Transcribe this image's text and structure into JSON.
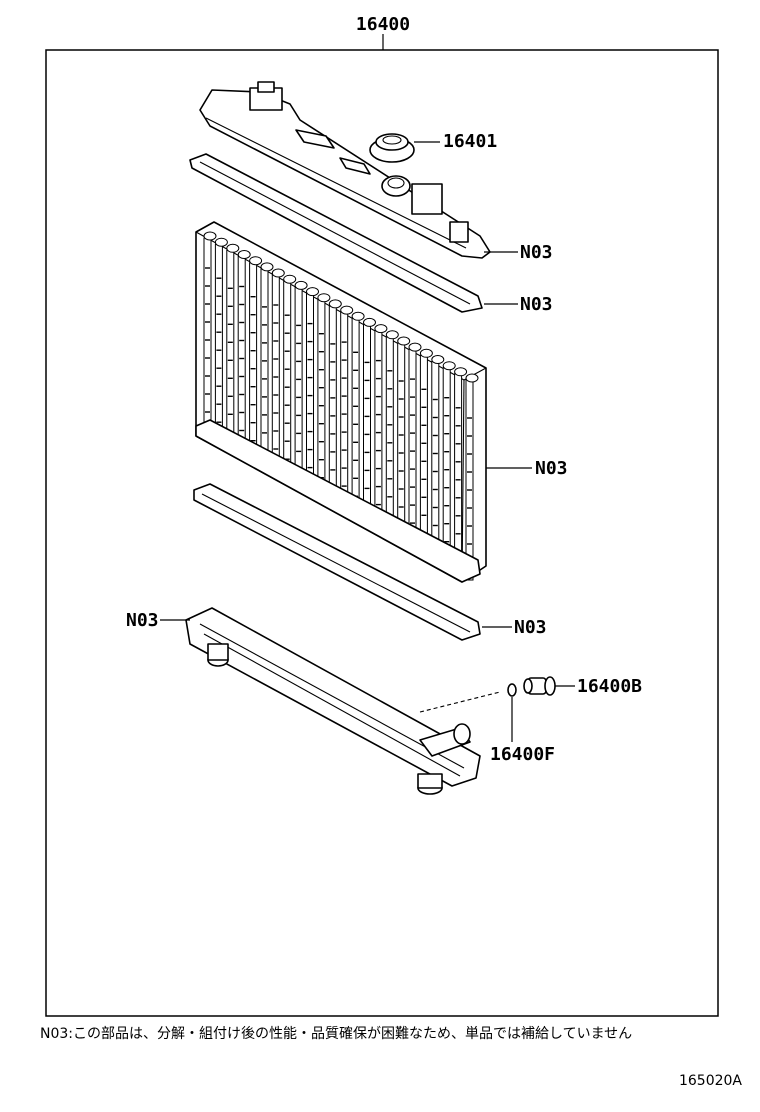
{
  "diagram": {
    "assembly_number": "16400",
    "callouts": {
      "cap": "16401",
      "upper_tank": "N03",
      "upper_gasket": "N03",
      "core": "N03",
      "lower_gasket": "N03",
      "lower_tank": "N03",
      "drain_cock_plug": "16400B",
      "o_ring": "16400F"
    },
    "footnote": "N03:この部品は、分解・組付け後の性能・品質確保が困難なため、単品では補給していません",
    "figure_code": "165020A"
  }
}
